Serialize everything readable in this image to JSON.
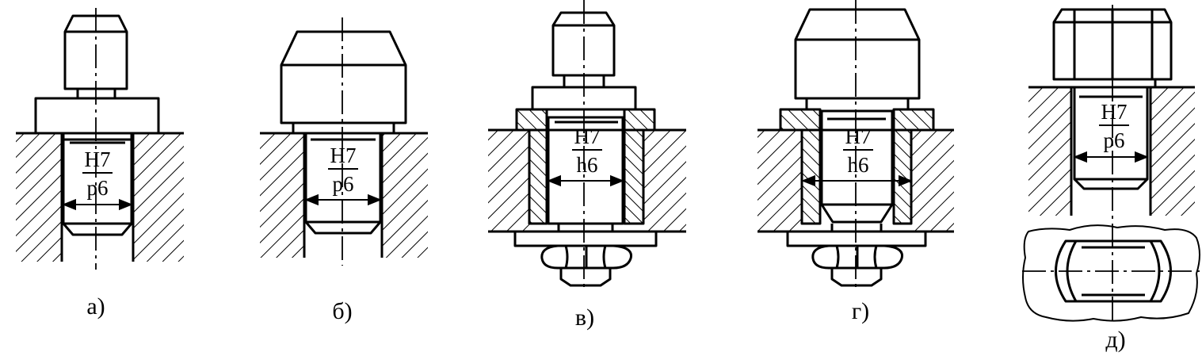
{
  "figures": [
    {
      "caption": "а)",
      "fit_upper": "H7",
      "fit_lower": "p6"
    },
    {
      "caption": "б)",
      "fit_upper": "H7",
      "fit_lower": "p6"
    },
    {
      "caption": "в)",
      "fit_upper": "H7",
      "fit_lower": "h6"
    },
    {
      "caption": "г)",
      "fit_upper": "H7",
      "fit_lower": "h6"
    },
    {
      "caption": "д)",
      "fit_upper": "H7",
      "fit_lower": "p6"
    }
  ]
}
